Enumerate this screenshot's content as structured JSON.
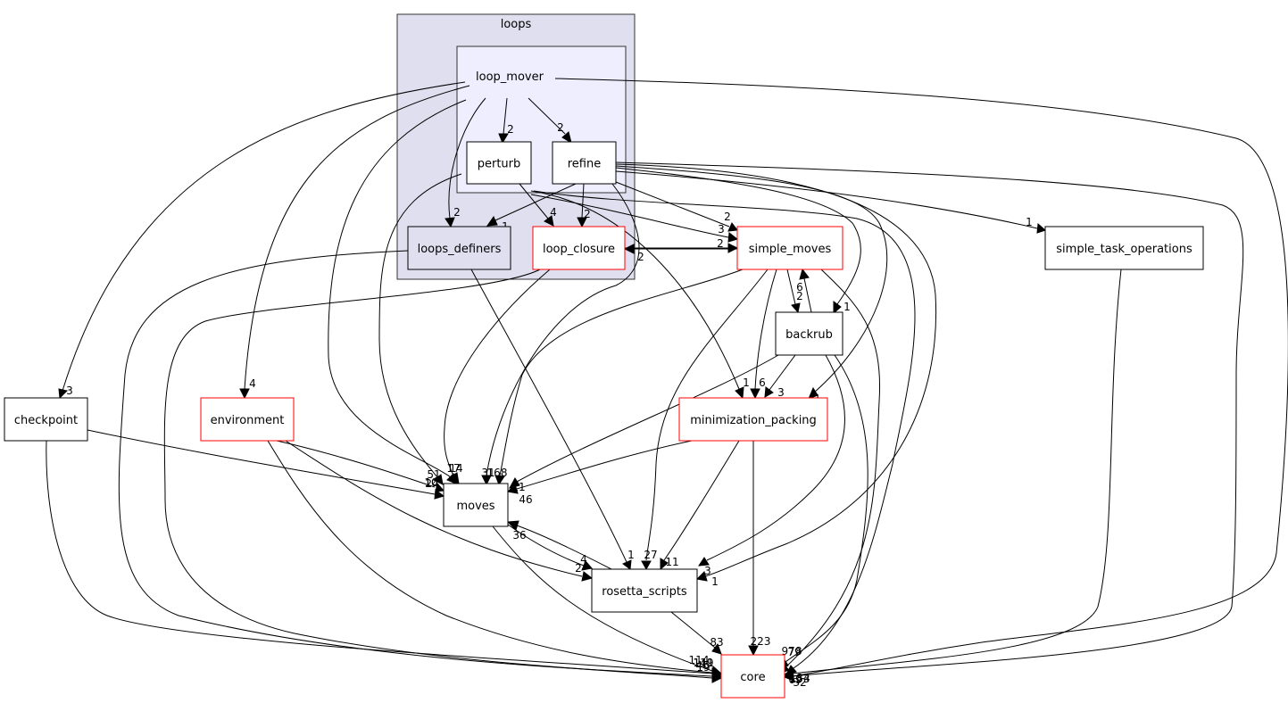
{
  "clusters": [
    {
      "id": "loops",
      "label": "loops",
      "fill": "#dfdfef",
      "stroke": "#333333"
    },
    {
      "id": "loop_mover",
      "label": "loop_mover",
      "fill": "#eeeeff",
      "stroke": "#333333"
    }
  ],
  "nodes": [
    {
      "id": "perturb",
      "label": "perturb",
      "fill": "#ffffff",
      "stroke": "#000000"
    },
    {
      "id": "refine",
      "label": "refine",
      "fill": "#ffffff",
      "stroke": "#000000"
    },
    {
      "id": "loops_definers",
      "label": "loops_definers",
      "fill": "#dfdfef",
      "stroke": "#000000"
    },
    {
      "id": "loop_closure",
      "label": "loop_closure",
      "fill": "#ffffff",
      "stroke": "#ff0000"
    },
    {
      "id": "simple_moves",
      "label": "simple_moves",
      "fill": "#ffffff",
      "stroke": "#ff0000"
    },
    {
      "id": "simple_task_operations",
      "label": "simple_task_operations",
      "fill": "#ffffff",
      "stroke": "#000000"
    },
    {
      "id": "backrub",
      "label": "backrub",
      "fill": "#ffffff",
      "stroke": "#000000"
    },
    {
      "id": "checkpoint",
      "label": "checkpoint",
      "fill": "#ffffff",
      "stroke": "#000000"
    },
    {
      "id": "environment",
      "label": "environment",
      "fill": "#ffffff",
      "stroke": "#ff0000"
    },
    {
      "id": "minimization_packing",
      "label": "minimization_packing",
      "fill": "#ffffff",
      "stroke": "#ff0000"
    },
    {
      "id": "moves",
      "label": "moves",
      "fill": "#ffffff",
      "stroke": "#000000"
    },
    {
      "id": "rosetta_scripts",
      "label": "rosetta_scripts",
      "fill": "#ffffff",
      "stroke": "#000000"
    },
    {
      "id": "core",
      "label": "core",
      "fill": "#ffffff",
      "stroke": "#ff0000"
    }
  ],
  "edges": [
    {
      "from": "loop_mover",
      "to": "perturb",
      "label": "2"
    },
    {
      "from": "loop_mover",
      "to": "refine",
      "label": "2"
    },
    {
      "from": "loop_mover",
      "to": "loops_definers",
      "label": "2"
    },
    {
      "from": "loop_mover",
      "to": "checkpoint",
      "label": "3"
    },
    {
      "from": "loop_mover",
      "to": "environment",
      "label": "4"
    },
    {
      "from": "loop_mover",
      "to": "moves",
      "label": "17"
    },
    {
      "from": "loop_mover",
      "to": "core",
      "label": "184"
    },
    {
      "from": "perturb",
      "to": "loop_closure",
      "label": "4"
    },
    {
      "from": "perturb",
      "to": "simple_moves",
      "label": "3"
    },
    {
      "from": "perturb",
      "to": "minimization_packing",
      "label": "1"
    },
    {
      "from": "perturb",
      "to": "moves",
      "label": "14"
    },
    {
      "from": "perturb",
      "to": "core",
      "label": "69"
    },
    {
      "from": "refine",
      "to": "loops_definers",
      "label": "1"
    },
    {
      "from": "refine",
      "to": "loop_closure",
      "label": "2"
    },
    {
      "from": "refine",
      "to": "simple_moves",
      "label": "2"
    },
    {
      "from": "refine",
      "to": "simple_task_operations",
      "label": "1"
    },
    {
      "from": "refine",
      "to": "backrub",
      "label": "1"
    },
    {
      "from": "refine",
      "to": "minimization_packing",
      "label": "1"
    },
    {
      "from": "refine",
      "to": "moves",
      "label": "31"
    },
    {
      "from": "refine",
      "to": "rosetta_scripts",
      "label": "1"
    },
    {
      "from": "refine",
      "to": "core",
      "label": "153"
    },
    {
      "from": "loops_definers",
      "to": "rosetta_scripts",
      "label": "1"
    },
    {
      "from": "loops_definers",
      "to": "core",
      "label": "111"
    },
    {
      "from": "loop_closure",
      "to": "simple_moves",
      "label": "2"
    },
    {
      "from": "loop_closure",
      "to": "moves",
      "label": "24"
    },
    {
      "from": "loop_closure",
      "to": "core",
      "label": "114"
    },
    {
      "from": "simple_moves",
      "to": "loop_closure",
      "label": "2"
    },
    {
      "from": "simple_moves",
      "to": "backrub",
      "label": "2"
    },
    {
      "from": "simple_moves",
      "to": "minimization_packing",
      "label": "6"
    },
    {
      "from": "simple_moves",
      "to": "moves",
      "label": "168"
    },
    {
      "from": "simple_moves",
      "to": "rosetta_scripts",
      "label": "27"
    },
    {
      "from": "simple_moves",
      "to": "core",
      "label": "978"
    },
    {
      "from": "backrub",
      "to": "simple_moves",
      "label": "6"
    },
    {
      "from": "backrub",
      "to": "minimization_packing",
      "label": "3"
    },
    {
      "from": "backrub",
      "to": "moves",
      "label": "11"
    },
    {
      "from": "backrub",
      "to": "rosetta_scripts",
      "label": "3"
    },
    {
      "from": "backrub",
      "to": "core",
      "label": "79"
    },
    {
      "from": "simple_task_operations",
      "to": "core",
      "label": "32"
    },
    {
      "from": "checkpoint",
      "to": "moves",
      "label": "10"
    },
    {
      "from": "checkpoint",
      "to": "core",
      "label": "19"
    },
    {
      "from": "environment",
      "to": "moves",
      "label": "51"
    },
    {
      "from": "environment",
      "to": "rosetta_scripts",
      "label": "2"
    },
    {
      "from": "environment",
      "to": "core",
      "label": "46"
    },
    {
      "from": "minimization_packing",
      "to": "moves",
      "label": "46"
    },
    {
      "from": "minimization_packing",
      "to": "rosetta_scripts",
      "label": "11"
    },
    {
      "from": "minimization_packing",
      "to": "core",
      "label": "223"
    },
    {
      "from": "moves",
      "to": "rosetta_scripts",
      "label": "4"
    },
    {
      "from": "moves",
      "to": "core",
      "label": "149"
    },
    {
      "from": "rosetta_scripts",
      "to": "moves",
      "label": "36"
    },
    {
      "from": "rosetta_scripts",
      "to": "core",
      "label": "83"
    }
  ]
}
